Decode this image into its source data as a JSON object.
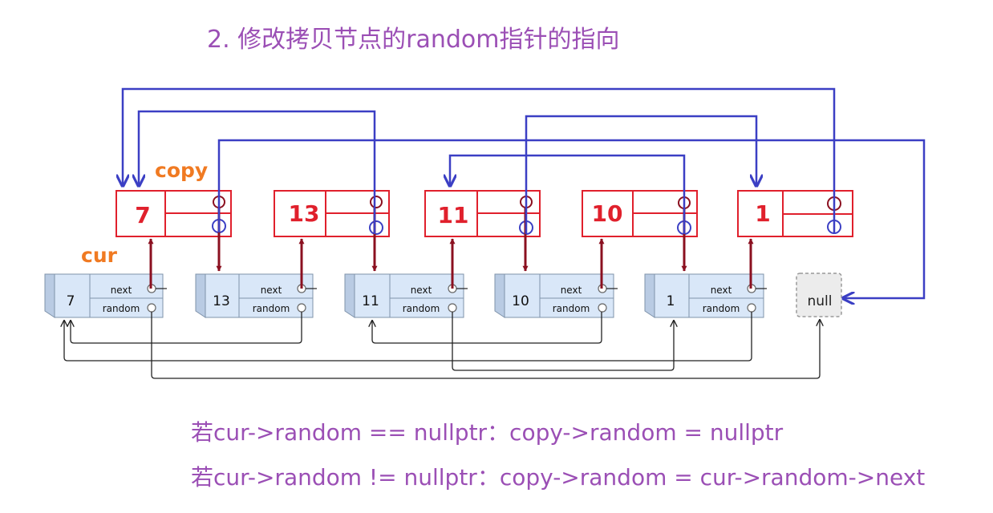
{
  "title": "2. 修改拷贝节点的random指针的指向",
  "labels": {
    "copy": "copy",
    "cur": "cur"
  },
  "copy_nodes": [
    "7",
    "13",
    "11",
    "10",
    "1"
  ],
  "orig_nodes": [
    "7",
    "13",
    "11",
    "10",
    "1"
  ],
  "null_node": "null",
  "field_labels": {
    "next": "next",
    "random": "random"
  },
  "captions": [
    "若cur->random == nullptr：copy->random = nullptr",
    "若cur->random  != nullptr：copy->random = cur->random->next"
  ],
  "colors": {
    "title": "#9b4fb5",
    "copy_box": "#e0202c",
    "copy_label": "#f07a22",
    "orig_fill": "#d9e7f8",
    "orig_stroke": "#7f93aa",
    "next_arrow": "#8b1020",
    "random_arrow": "#3b3fc4",
    "orig_random": "#222222"
  }
}
